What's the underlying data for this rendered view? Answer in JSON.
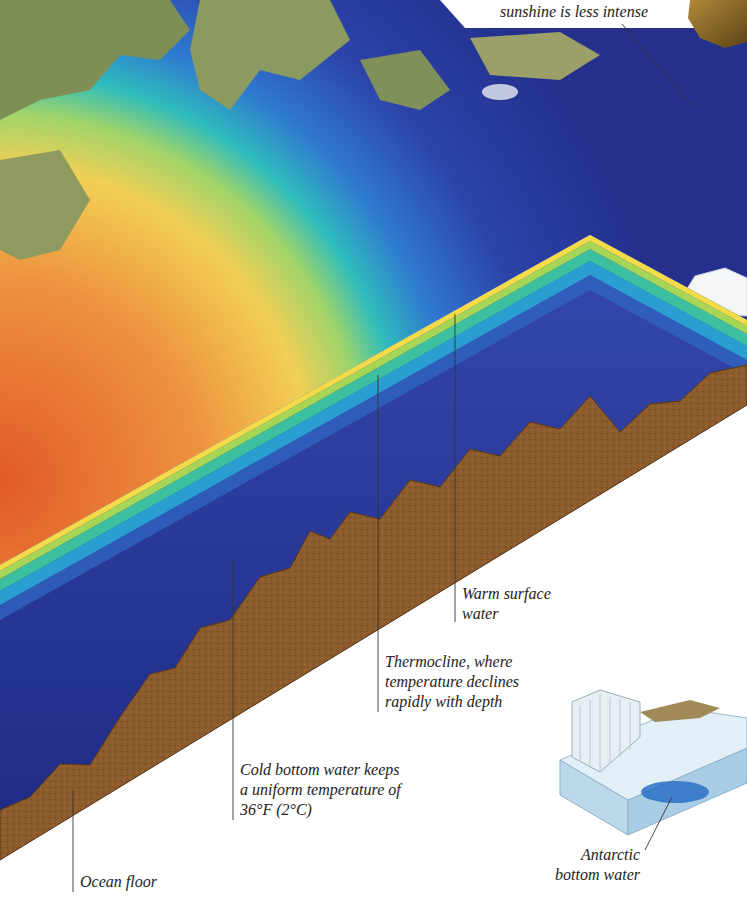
{
  "diagram": {
    "labels": [
      "sunshine is less intense",
      "Warm surface water",
      "Thermocline, where temperature declines rapidly with depth",
      "Cold bottom water keeps a uniform temperature of 36°F (2°C)",
      "Ocean floor",
      "Antarctic bottom water"
    ]
  }
}
